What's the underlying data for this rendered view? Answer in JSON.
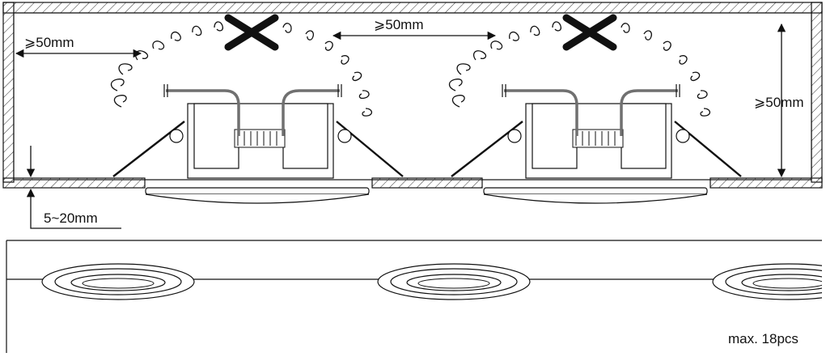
{
  "labels": {
    "clearance_side": "⩾50mm",
    "clearance_between": "⩾50mm",
    "clearance_height": "⩾50mm",
    "recess_depth": "5~20mm",
    "max_count": "max. 18pcs"
  },
  "icons": {
    "prohibited": "cross-mark-icon",
    "heat": "heat-wave-icon"
  },
  "colors": {
    "line": "#111111",
    "cable": "#707070",
    "hatch": "#333333",
    "prohibited_mark": "#111111"
  }
}
